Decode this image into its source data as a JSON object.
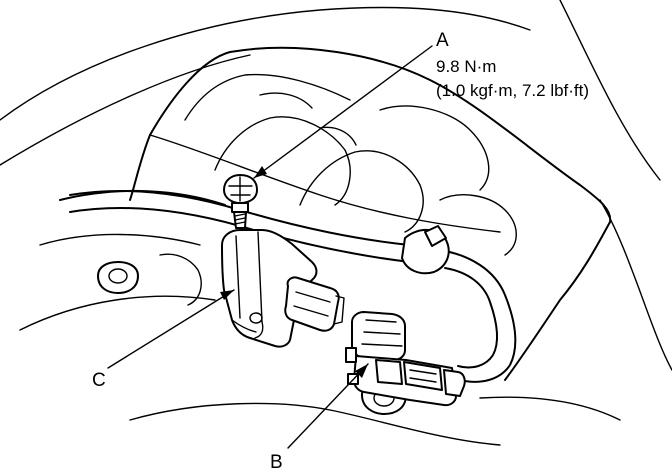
{
  "callouts": {
    "a": {
      "letter": "A",
      "torque_line1": "9.8 N·m",
      "torque_line2": "(1.0 kgf·m, 7.2 lbf·ft)"
    },
    "b": {
      "letter": "B"
    },
    "c": {
      "letter": "C"
    }
  }
}
